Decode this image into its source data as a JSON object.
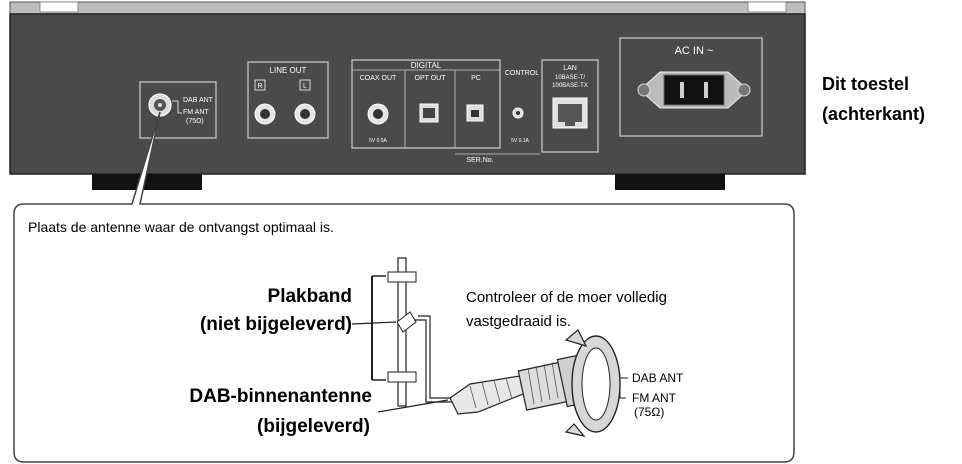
{
  "device": {
    "caption_line1": "Dit toestel",
    "caption_line2": "(achterkant)",
    "dab_ant_port": {
      "line1": "DAB ANT",
      "line2": "FM ANT",
      "line3": "(75Ω)"
    },
    "line_out": {
      "label": "LINE OUT",
      "right": "R",
      "left": "L"
    },
    "digital": {
      "label": "DIGITAL",
      "coax": "COAX OUT",
      "opt": "OPT OUT",
      "pc": "PC",
      "coax_note": "5V 0.5A"
    },
    "control": {
      "label": "CONTROL",
      "note": "5V 0.1A"
    },
    "lan": {
      "label": "LAN",
      "line2": "10BASE-T/",
      "line3": "100BASE-TX"
    },
    "ac_in": "AC IN ~",
    "serial": "SER.No."
  },
  "callout": {
    "instruction": "Plaats de antenne waar de ontvangst optimaal is.",
    "tape_line1": "Plakband",
    "tape_line2": "(niet bijgeleverd)",
    "antenna_line1": "DAB-binnenantenne",
    "antenna_line2": "(bijgeleverd)",
    "nut_line1": "Controleer of de moer volledig",
    "nut_line2": "vastgedraaid is.",
    "connector_label": {
      "line1": "DAB ANT",
      "line2": "FM ANT",
      "line3": "(75Ω)"
    }
  }
}
